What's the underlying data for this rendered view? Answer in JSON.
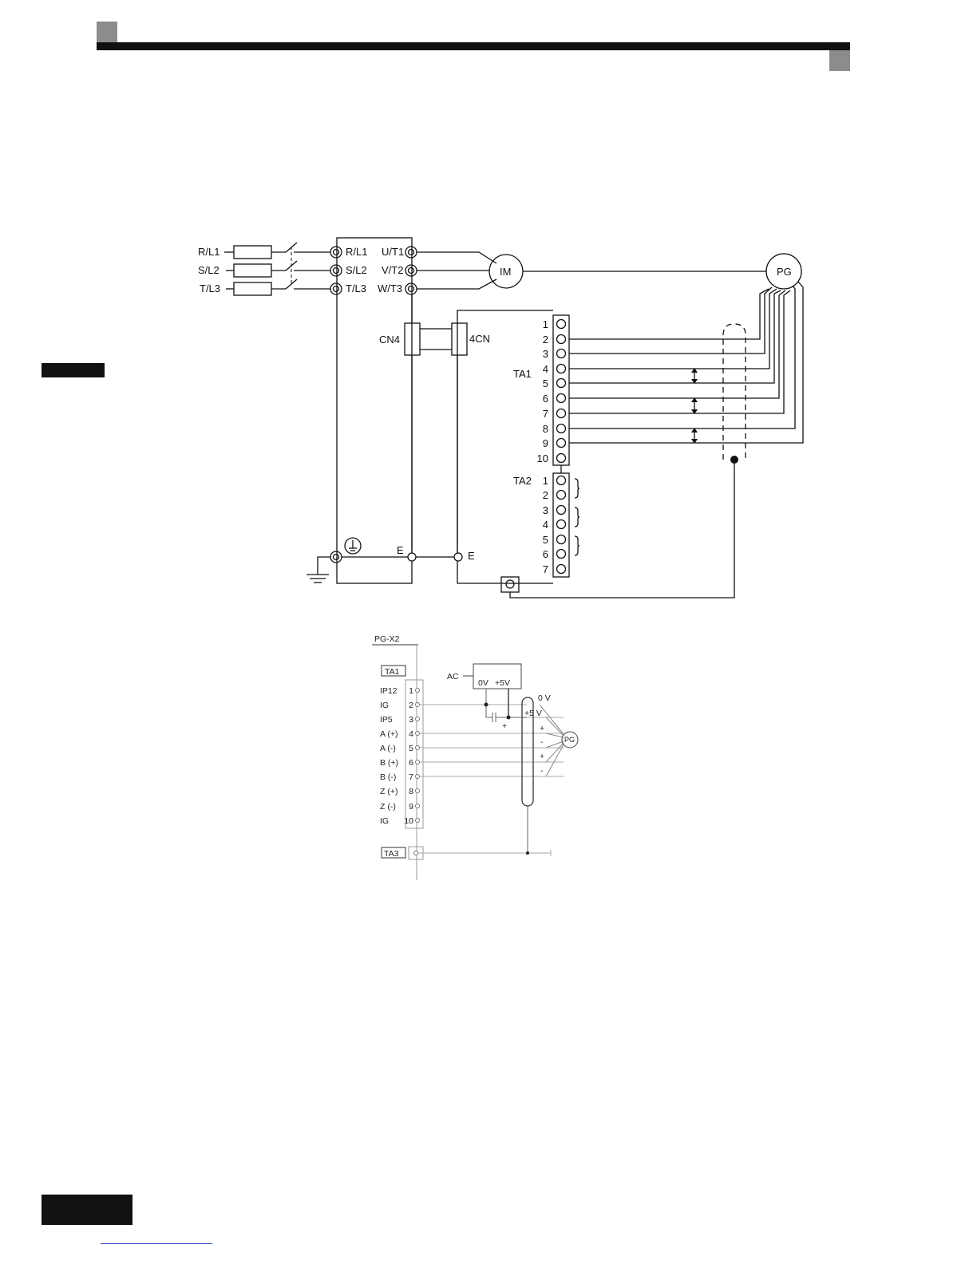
{
  "diagram1": {
    "line_terminals": [
      "R/L1",
      "S/L2",
      "T/L3"
    ],
    "inverter_inputs": [
      "R/L1",
      "S/L2",
      "T/L3"
    ],
    "inverter_outputs": [
      "U/T1",
      "V/T2",
      "W/T3"
    ],
    "motor": "IM",
    "encoder": "PG",
    "connector_left": "CN4",
    "connector_right": "4CN",
    "ta1_label": "TA1",
    "ta1_pins": [
      "1",
      "2",
      "3",
      "4",
      "5",
      "6",
      "7",
      "8",
      "9",
      "10"
    ],
    "ta2_label": "TA2",
    "ta2_pins": [
      "1",
      "2",
      "3",
      "4",
      "5",
      "6",
      "7"
    ],
    "ground_left": "E",
    "ground_right": "E"
  },
  "diagram2": {
    "board": "PG-X2",
    "ta1_label": "TA1",
    "ta3_label": "TA3",
    "signals": [
      "IP12",
      "IG",
      "IP5",
      "A (+)",
      "A (-)",
      "B (+)",
      "B (-)",
      "Z (+)",
      "Z (-)",
      "IG"
    ],
    "pins": [
      "1",
      "2",
      "3",
      "4",
      "5",
      "6",
      "7",
      "8",
      "9",
      "10"
    ],
    "ac_label": "AC",
    "ac_zero": "0V",
    "ac_plus": "+5V",
    "pg_zero": "0 V",
    "pg_plus": "+5 V",
    "pg_polarity": [
      "+",
      "-",
      "+",
      "-"
    ],
    "cap_plus": "+",
    "encoder": "PG"
  }
}
